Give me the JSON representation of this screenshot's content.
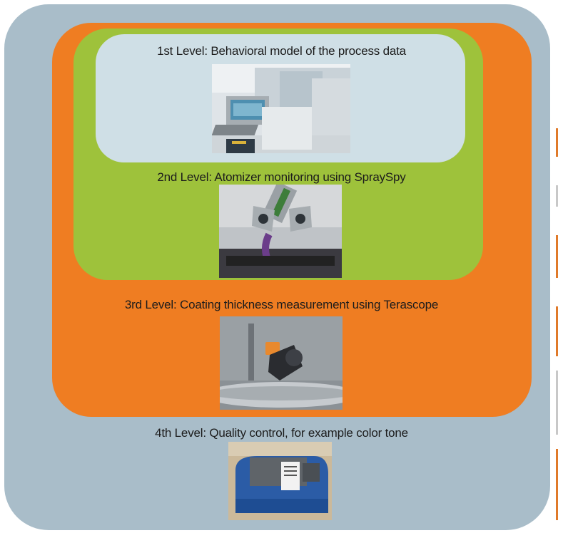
{
  "levels": [
    {
      "id": "level-1",
      "caption": "1st Level: Behavioral model of the process data",
      "image_icon": "paint-shop-control-panel-photo",
      "color": "#cfdfe6"
    },
    {
      "id": "level-2",
      "caption": "2nd Level: Atomizer monitoring using SpraySpy",
      "image_icon": "atomizer-sensor-photo",
      "color": "#9ec23b"
    },
    {
      "id": "level-3",
      "caption": "3rd Level: Coating thickness measurement using Terascope",
      "image_icon": "terahertz-sensor-photo",
      "color": "#ef7d22"
    },
    {
      "id": "level-4",
      "caption": "4th Level: Quality control, for example color tone",
      "image_icon": "colorimeter-device-photo",
      "color": "#a9bdc9"
    }
  ],
  "colors": {
    "outer": "#a9bdc9",
    "orange": "#ef7d22",
    "green": "#9ec23b",
    "inner": "#cfdfe6",
    "side_strip": "#e07a2a"
  }
}
